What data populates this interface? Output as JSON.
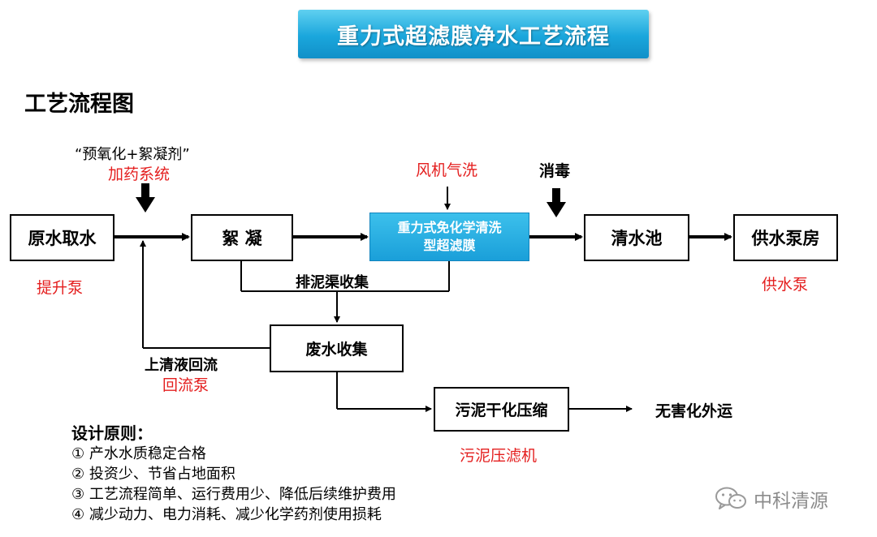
{
  "banner": {
    "title": "重力式超滤膜净水工艺流程"
  },
  "section_title": "工艺流程图",
  "nodes": {
    "raw_water": "原水取水",
    "flocculation": "絮 凝",
    "uf_membrane_line1": "重力式免化学清洗",
    "uf_membrane_line2": "型超滤膜",
    "clear_pool": "清水池",
    "supply_house": "供水泵房",
    "waste_collect": "废水收集",
    "sludge_dry": "污泥干化压缩"
  },
  "labels": {
    "dosing_quote": "“预氧化+絮凝剂”",
    "dosing_system": "加药系统",
    "blower": "风机气洗",
    "disinfection": "消毒",
    "lift_pump": "提升泵",
    "supply_pump": "供水泵",
    "sludge_channel": "排泥渠收集",
    "supernatant": "上清液回流",
    "return_pump": "回流泵",
    "filter_press": "污泥压滤机",
    "harmless": "无害化外运"
  },
  "principles": {
    "title": "设计原则：",
    "items": [
      "① 产水水质稳定合格",
      "② 投资少、节省占地面积",
      "③ 工艺流程简单、运行费用少、降低后续维护费用",
      "④ 减少动力、电力消耗、减少化学药剂使用损耗"
    ]
  },
  "watermark": {
    "text": "中科清源",
    "icon": "wechat-icon"
  },
  "colors": {
    "banner": "#1aa6dc",
    "red": "#e41e1e",
    "membrane": "#1a9fd9"
  }
}
